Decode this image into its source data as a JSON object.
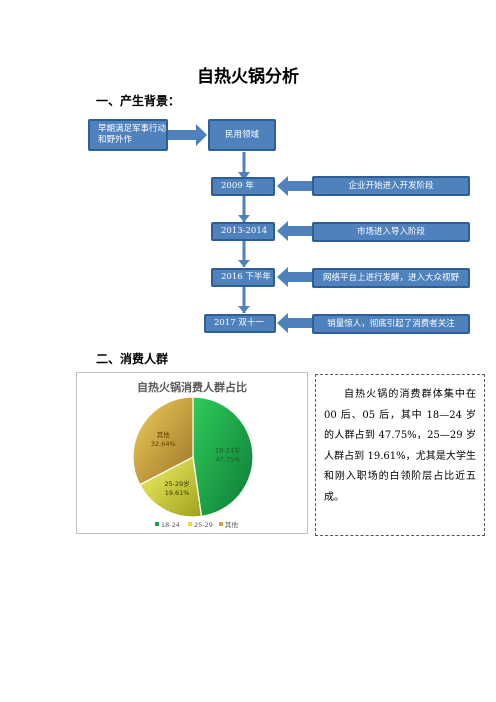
{
  "doc": {
    "title": "自热火锅分析",
    "section1": "一、产生背景：",
    "section2": "二、消费人群"
  },
  "flow": {
    "origin": "早期满足军事行动和野外作",
    "civil": "民用领域",
    "stages": [
      {
        "time": "2009 年",
        "event": "企业开始进入开发阶段"
      },
      {
        "time": "2013-2014",
        "event": "市场进入导入阶段"
      },
      {
        "time": "2016 下半年",
        "event": "网络平台上进行发酵，进入大众视野"
      },
      {
        "time": "2017 双十一",
        "event": "销量惊人，彻底引起了消费者关注"
      }
    ]
  },
  "colors": {
    "box_fill": "#4f81bd",
    "box_border": "#2e5f94",
    "slice_18_24": "#1aa64a",
    "slice_25_29": "#e2e22a",
    "slice_other": "#d4a43a"
  },
  "chart_data": {
    "type": "pie",
    "title": "自热火锅消费人群占比",
    "categories": [
      "18-24",
      "25-29",
      "其他"
    ],
    "values": [
      47.75,
      19.61,
      32.64
    ],
    "data_labels": [
      {
        "name": "18-24岁",
        "value": "47.75%"
      },
      {
        "name": "25-29岁",
        "value": "19.61%"
      },
      {
        "name": "其他",
        "value": "32.64%"
      }
    ],
    "legend": [
      "18-24",
      "25-29",
      "其他"
    ],
    "legend_position": "bottom"
  },
  "description": "自热火锅的消费群体集中在 00 后、05 后，其中 18—24 岁的人群占到 47.75%，25—29 岁人群占到 19.61%，尤其是大学生和刚入职场的白领阶层占比近五成。"
}
